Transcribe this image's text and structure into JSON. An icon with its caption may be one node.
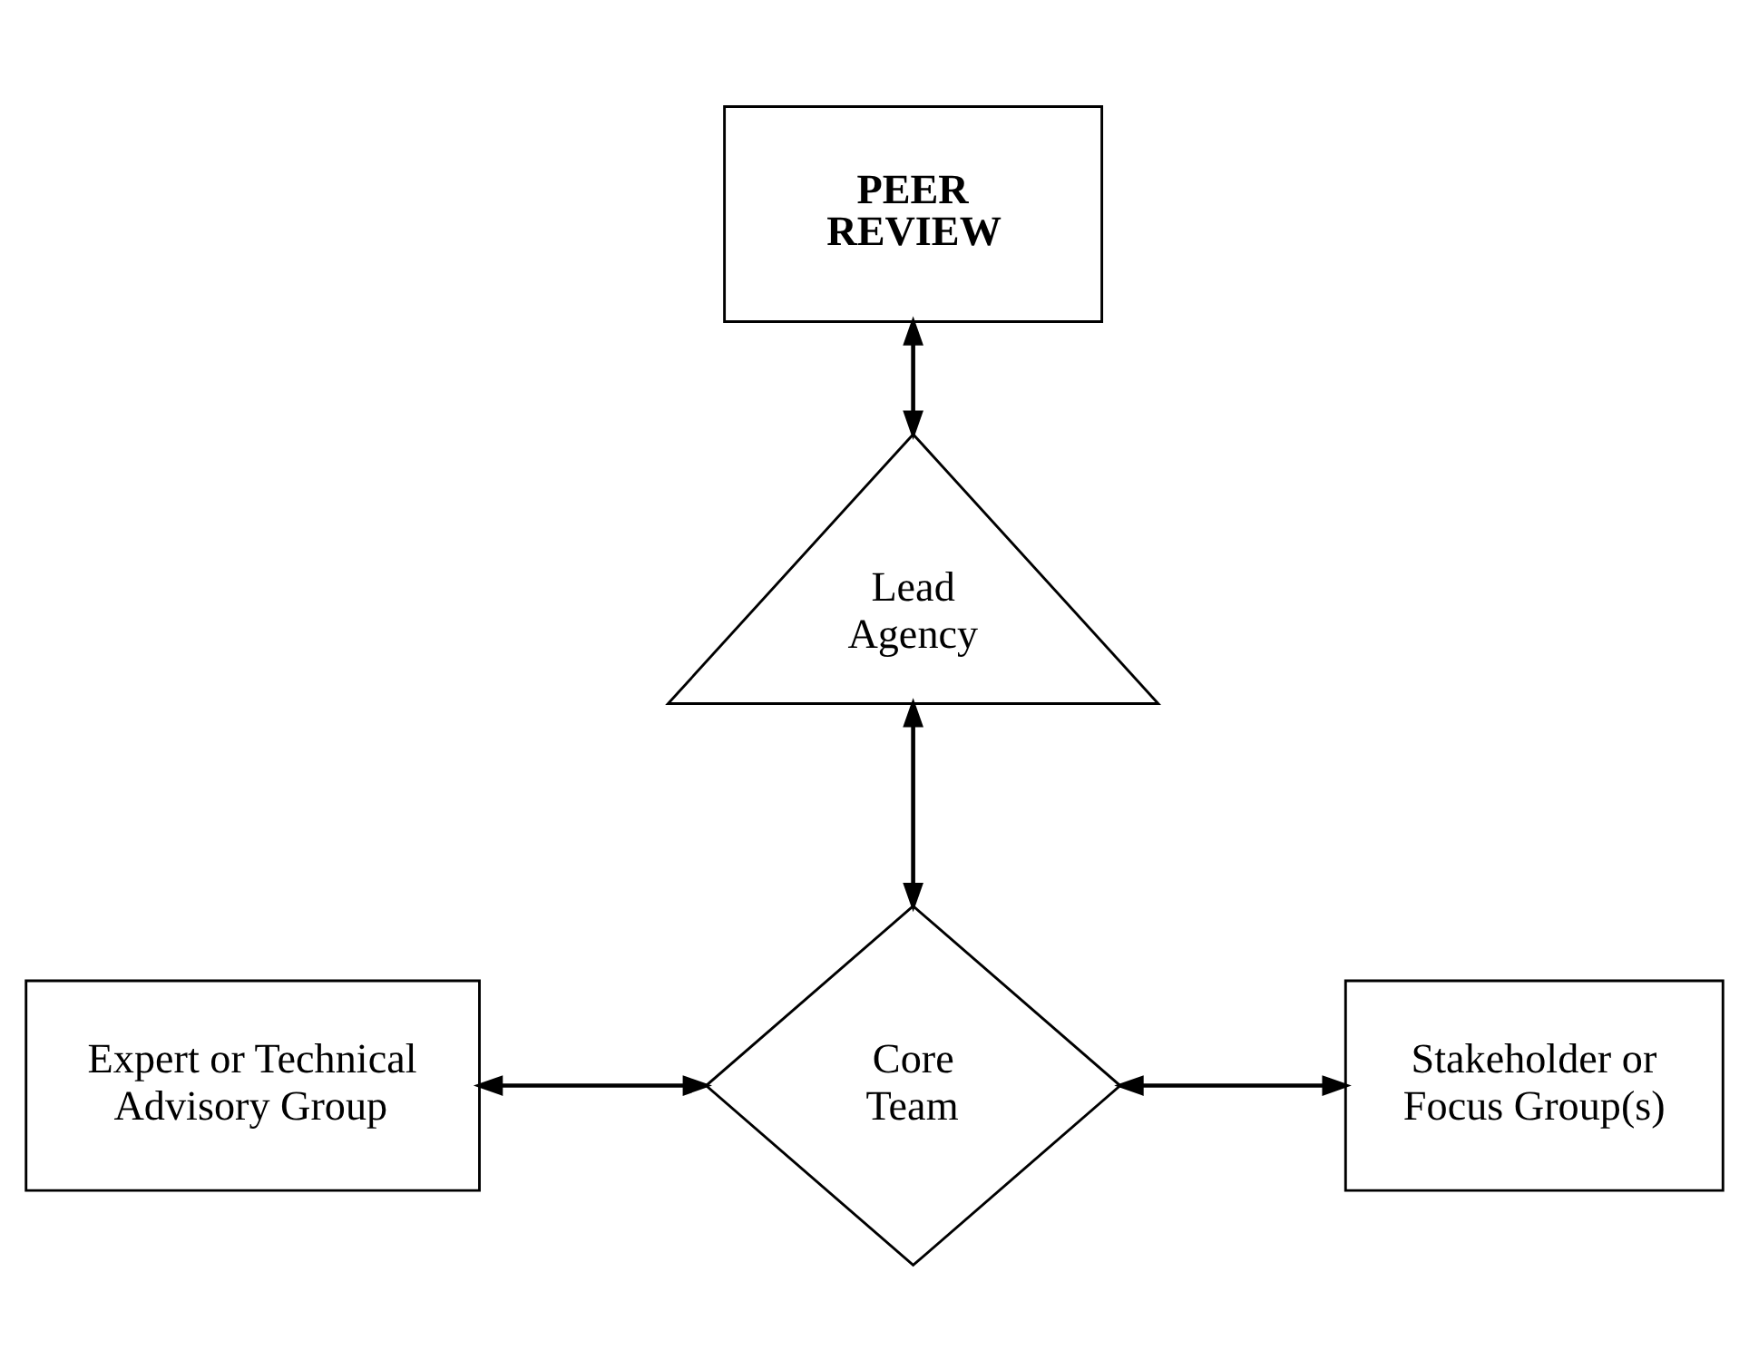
{
  "diagram": {
    "nodes": [
      {
        "text": [
          "PEER REVIEW"
        ]
      },
      {
        "text": [
          "Lead Agency"
        ]
      },
      {
        "text": [
          "Core Team"
        ]
      },
      {
        "text": [
          "Expert or Technical Advisory Group"
        ]
      },
      {
        "text": [
          "Stakeholder or Focus Group(s)"
        ]
      }
    ],
    "edges": [
      {
        "from": 0,
        "to": 1,
        "arrow": "both"
      },
      {
        "from": 1,
        "to": 2,
        "arrow": "both"
      },
      {
        "from": 3,
        "to": 2,
        "arrow": "both"
      },
      {
        "from": 2,
        "to": 4,
        "arrow": "both"
      }
    ]
  }
}
